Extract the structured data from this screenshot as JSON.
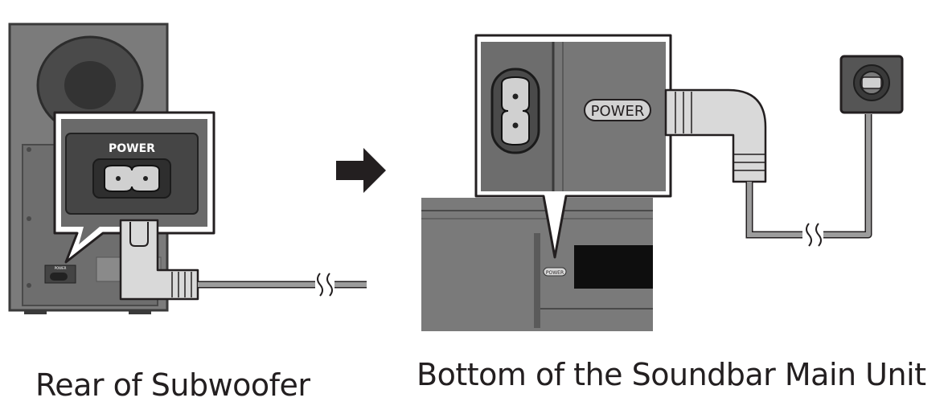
{
  "labels": {
    "power_inset_subwoofer": "POWER",
    "power_small_subwoofer": "POWER",
    "power_inset_soundbar": "POWER",
    "power_small_soundbar": "POWER"
  },
  "captions": {
    "left": "Rear of Subwoofer",
    "right": "Bottom of the Soundbar Main Unit"
  },
  "icons": [
    "right-arrow-icon",
    "cable-break-icon",
    "wall-outlet-icon",
    "figure-8-socket-icon",
    "l-shaped-plug-icon"
  ]
}
